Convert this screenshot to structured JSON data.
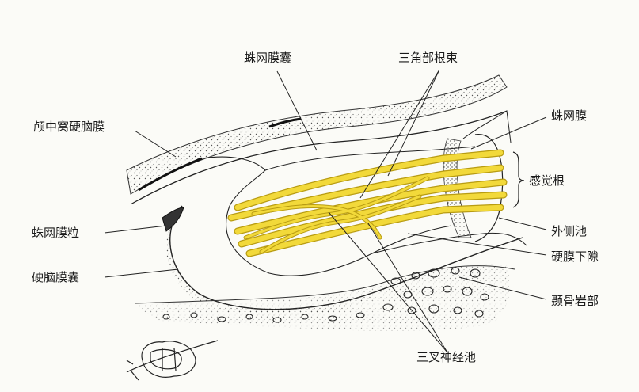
{
  "labels": {
    "arachnoid_cistern": "蛛网膜囊",
    "triangular_rootlets": "三角部根束",
    "middle_fossa_dura": "颅中窝硬脑膜",
    "arachnoid": "蛛网膜",
    "sensory_root": "感觉根",
    "arachnoid_granulation": "蛛网膜粒",
    "lateral_cistern": "外侧池",
    "subdural_space": "硬膜下隙",
    "dural_sac": "硬脑膜囊",
    "petrous_temporal": "颞骨岩部",
    "trigeminal_cistern": "三叉神经池"
  },
  "colors": {
    "nerve": "#f2d93a",
    "nerve_outline": "#b89c12",
    "line": "#222222",
    "stipple": "#555555",
    "background": "#fbfbf7"
  }
}
